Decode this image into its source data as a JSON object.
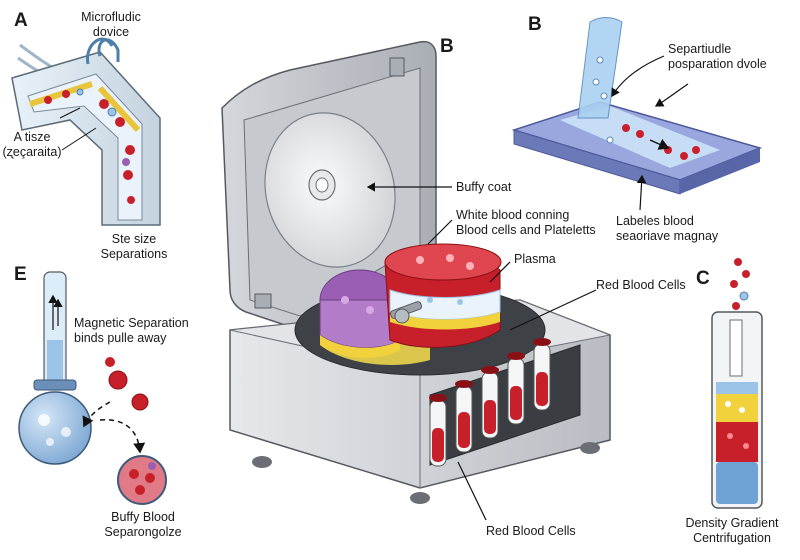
{
  "panels": {
    "a": "A",
    "b_main": "B",
    "b_side": "B",
    "c": "C",
    "e": "E"
  },
  "labels": {
    "microfluidic_line1": "Microfludic",
    "microfluidic_line2": "dovice",
    "a_tisze_line1": "A tisze",
    "a_tisze_line2": "(ʐeçaraita)",
    "ste_size_line1": "Ste size",
    "ste_size_line2": "Separations",
    "separtiudle_line1": "Separtiudle",
    "separtiudle_line2": "posparation dvole",
    "labeles_line1": "Labeles blood",
    "labeles_line2": "seaoriave magnay",
    "buffy_coat": "Buffy coat",
    "wbc_line1": "White blood conning",
    "wbc_line2": "Blood cells and Plateletts",
    "plasma": "Plasma",
    "rbc_top": "Red Blood Cells",
    "rbc_bottom": "Red Blood Cells",
    "magnetic_line1": "Magnetic Separation",
    "magnetic_line2": "binds pulle away",
    "buffy_blood_line1": "Buffy Blood",
    "buffy_blood_line2": "Separongolze",
    "density_line1": "Density Gradient",
    "density_line2": "Centrifugation"
  },
  "colors": {
    "blood_red": "#c8202a",
    "plasma_yellow": "#f2d23c",
    "cell_blue": "#9cc4e8",
    "wbc_purple": "#9a5fb4",
    "device_grey": "#cfd3d8"
  }
}
